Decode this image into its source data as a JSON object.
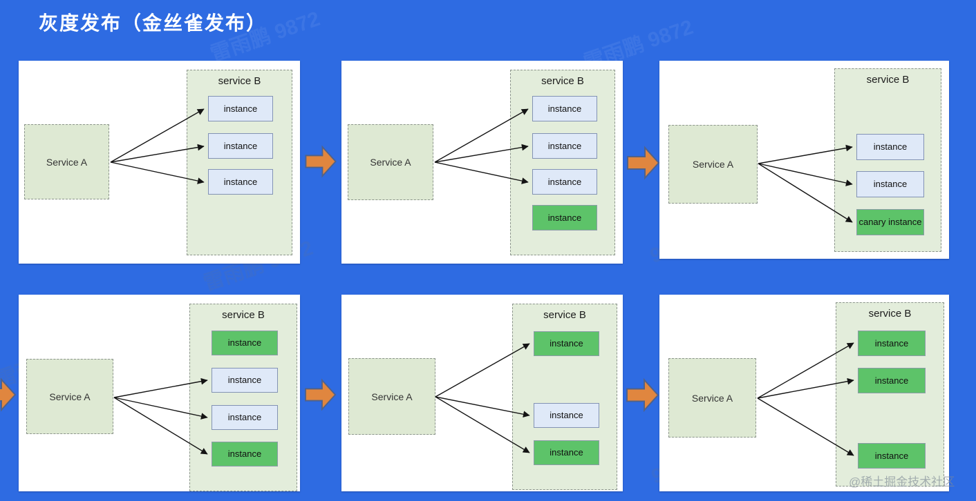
{
  "title": "灰度发布（金丝雀发布）",
  "watermarks": {
    "author": "雷雨鹏 9872",
    "author_partial": "9872",
    "community": "@稀土掘金技术社区"
  },
  "colors": {
    "background": "#2E6BE2",
    "card": "#FFFFFF",
    "service_group_fill": "#E3EDDB",
    "instance_blue": "#DFE9F8",
    "instance_green": "#5DC369",
    "step_arrow_orange": "#E0863F"
  },
  "panels": [
    {
      "service_a": "Service A",
      "service_b": "service B",
      "instances": [
        {
          "label": "instance",
          "variant": "blue",
          "arrow": true
        },
        {
          "label": "instance",
          "variant": "blue",
          "arrow": true
        },
        {
          "label": "instance",
          "variant": "blue",
          "arrow": true
        }
      ]
    },
    {
      "service_a": "Service A",
      "service_b": "service B",
      "instances": [
        {
          "label": "instance",
          "variant": "blue",
          "arrow": true
        },
        {
          "label": "instance",
          "variant": "blue",
          "arrow": true
        },
        {
          "label": "instance",
          "variant": "blue",
          "arrow": true
        },
        {
          "label": "instance",
          "variant": "green",
          "arrow": false
        }
      ]
    },
    {
      "service_a": "Service A",
      "service_b": "service B",
      "instances": [
        {
          "label": "instance",
          "variant": "blue",
          "arrow": true
        },
        {
          "label": "instance",
          "variant": "blue",
          "arrow": true
        },
        {
          "label": "canary instance",
          "variant": "green",
          "arrow": true
        }
      ]
    },
    {
      "service_a": "Service A",
      "service_b": "service B",
      "instances": [
        {
          "label": "instance",
          "variant": "green",
          "arrow": false
        },
        {
          "label": "instance",
          "variant": "blue",
          "arrow": true
        },
        {
          "label": "instance",
          "variant": "blue",
          "arrow": true
        },
        {
          "label": "instance",
          "variant": "green",
          "arrow": true
        }
      ]
    },
    {
      "service_a": "Service A",
      "service_b": "service B",
      "instances": [
        {
          "label": "instance",
          "variant": "green",
          "arrow": true
        },
        {
          "label": "instance",
          "variant": "blue",
          "arrow": true
        },
        {
          "label": "instance",
          "variant": "green",
          "arrow": true
        }
      ]
    },
    {
      "service_a": "Service A",
      "service_b": "service B",
      "instances": [
        {
          "label": "instance",
          "variant": "green",
          "arrow": true
        },
        {
          "label": "instance",
          "variant": "green",
          "arrow": true
        },
        {
          "label": "instance",
          "variant": "green",
          "arrow": true
        }
      ]
    }
  ]
}
